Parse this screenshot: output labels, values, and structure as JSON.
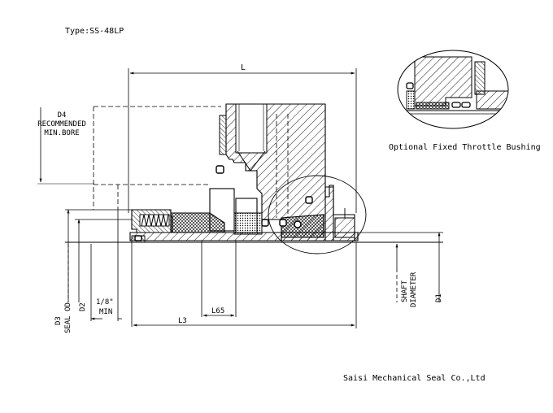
{
  "title": "Type:SS-48LP",
  "company": "Saisi Mechanical Seal Co.,Ltd",
  "inset_caption": "Optional Fixed Throttle Bushing",
  "dimensions": {
    "L": "L",
    "L3": "L3",
    "L65": "L65",
    "D1": "D1",
    "D2": "D2",
    "D3": "D3",
    "seal_od": "SEAL OD",
    "d4": "D4",
    "recommended": "RECOMMENDED",
    "min_bore": "MIN.BORE",
    "eighth": "1/8\"",
    "min": "MIN",
    "shaft": "SHAFT",
    "diameter": "DIAMETER"
  },
  "colors": {
    "line": "#000000",
    "background": "#ffffff"
  }
}
